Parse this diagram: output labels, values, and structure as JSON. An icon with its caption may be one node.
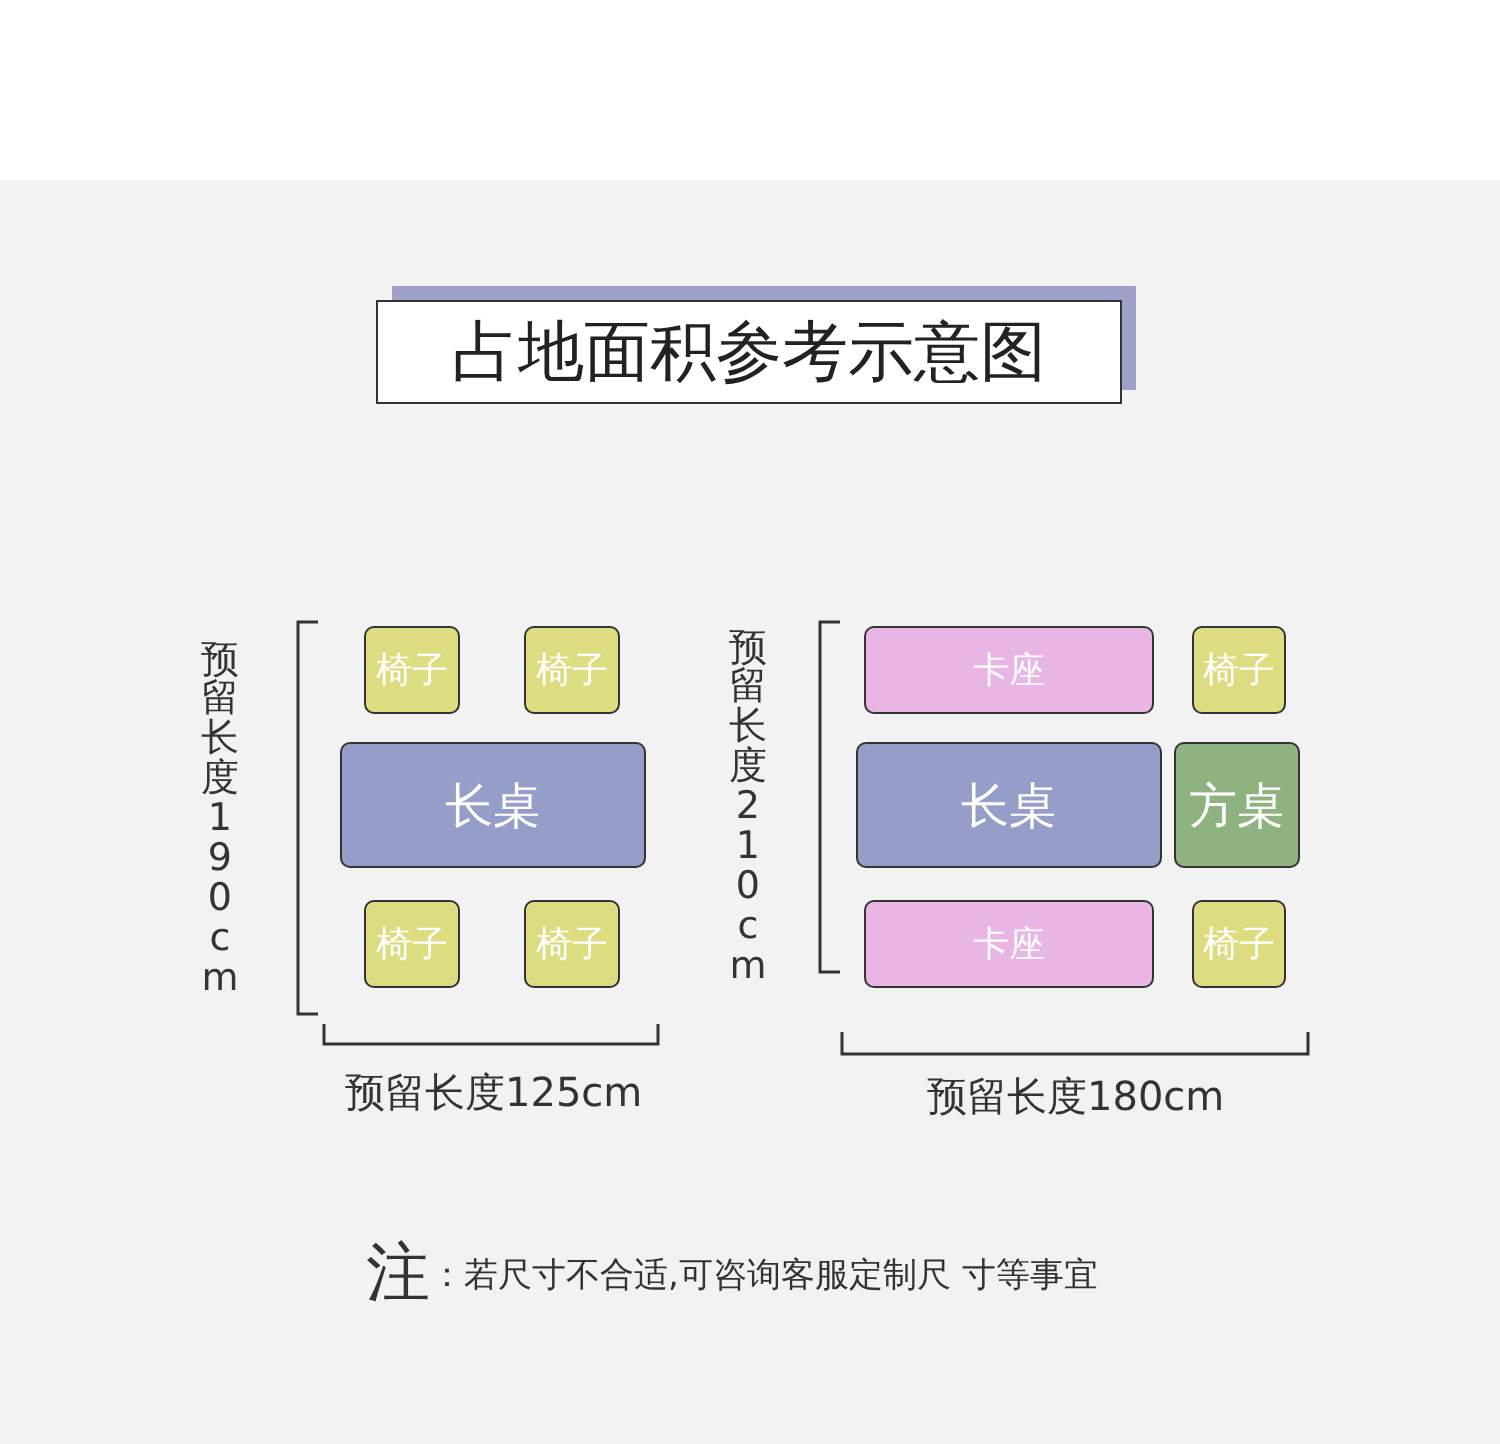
{
  "diagram": {
    "title": "占地面积参考示意图",
    "nodes": [
      {
        "text": [
          "椅子"
        ]
      },
      {
        "text": [
          "椅子"
        ]
      },
      {
        "text": [
          "长桌"
        ]
      },
      {
        "text": [
          "椅子"
        ]
      },
      {
        "text": [
          "椅子"
        ]
      },
      {
        "text": [
          "卡座"
        ]
      },
      {
        "text": [
          "椅子"
        ]
      },
      {
        "text": [
          "长桌"
        ]
      },
      {
        "text": [
          "方桌"
        ]
      },
      {
        "text": [
          "卡座"
        ]
      },
      {
        "text": [
          "椅子"
        ]
      }
    ],
    "edges": [],
    "labels": [
      "预留长度190cm",
      "预留长度125cm",
      "预留长度210cm",
      "预留长度180cm",
      "注",
      "：若尺寸不合适,可咨询客服定制尺 寸等事宜"
    ]
  }
}
